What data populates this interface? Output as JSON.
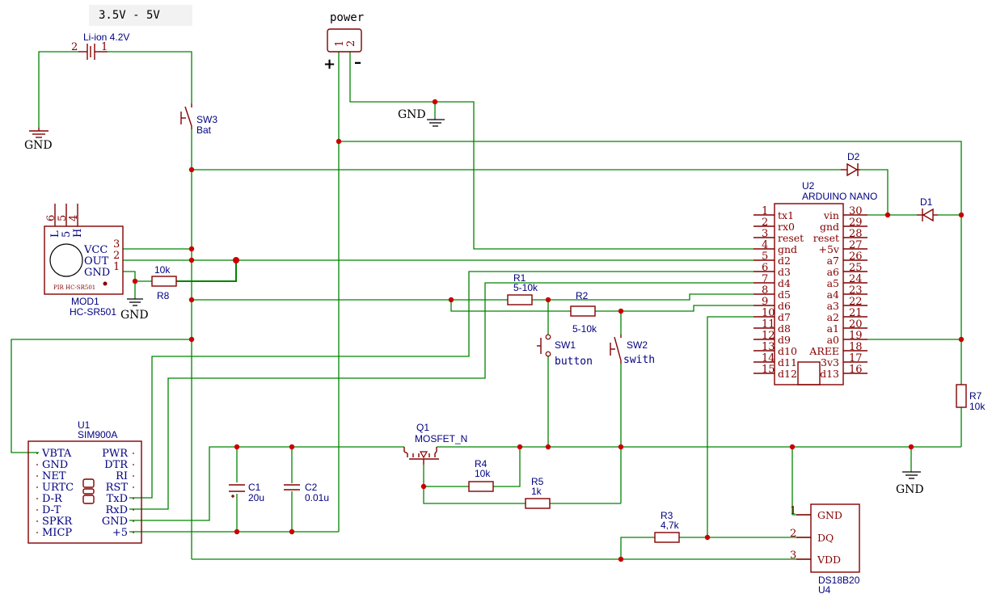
{
  "texts": {
    "supply_range": "3.5V  -  5V",
    "power_title": "power",
    "power_pin1": "1",
    "power_pin2": "2",
    "power_plus": "+",
    "power_minus": "–",
    "gnd": "GND",
    "gnd_top": "GND",
    "gnd_pir": "GND",
    "gnd_right": "GND"
  },
  "battery": {
    "label": "Li-ion 4.2V",
    "pin2": "2",
    "pin1": "1"
  },
  "sw3": {
    "ref": "SW3",
    "value": "Bat"
  },
  "pir": {
    "ref": "MOD1",
    "value": "HC-SR501",
    "vcc": "VCC",
    "out": "OUT",
    "gnd": "GND",
    "pin3": "3",
    "pin2": "2",
    "pin1": "1",
    "top_pins": [
      "6",
      "5",
      "4"
    ],
    "top_labels": [
      "L",
      "5",
      "H"
    ],
    "silk": "PIR HC-SR501"
  },
  "r8": {
    "ref": "R8",
    "value": "10k"
  },
  "r1": {
    "ref": "R1",
    "value": "5-10k"
  },
  "r2": {
    "ref": "R2",
    "value": "5-10k"
  },
  "r3": {
    "ref": "R3",
    "value": "4,7k"
  },
  "r4": {
    "ref": "R4",
    "value": "10k"
  },
  "r5": {
    "ref": "R5",
    "value": "1k"
  },
  "r7": {
    "ref": "R7",
    "value": "10k"
  },
  "sw1": {
    "ref": "SW1",
    "value": "button"
  },
  "sw2": {
    "ref": "SW2",
    "value": "swith"
  },
  "d1": {
    "ref": "D1"
  },
  "d2": {
    "ref": "D2"
  },
  "q1": {
    "ref": "Q1",
    "value": "MOSFET_N"
  },
  "c1": {
    "ref": "C1",
    "value": "20u"
  },
  "c2": {
    "ref": "C2",
    "value": "0.01u"
  },
  "sim": {
    "ref": "U1",
    "value": "SIM900A",
    "left_pins": [
      "VBTA",
      "GND",
      "NET",
      "URTC",
      "D-R",
      "D-T",
      "SPKR",
      "MICP"
    ],
    "right_pins": [
      "PWR",
      "DTR",
      "RI",
      "RST",
      "TxD",
      "RxD",
      "GND",
      "+5"
    ]
  },
  "nano": {
    "ref": "U2",
    "value": "ARDUINO NANO",
    "left_nums": [
      "1",
      "2",
      "3",
      "4",
      "5",
      "6",
      "7",
      "8",
      "9",
      "10",
      "11",
      "12",
      "13",
      "14",
      "15"
    ],
    "left_names": [
      "tx1",
      "rx0",
      "reset",
      "gnd",
      "d2",
      "d3",
      "d4",
      "d5",
      "d6",
      "d7",
      "d8",
      "d9",
      "d10",
      "d11",
      "d12"
    ],
    "right_nums": [
      "30",
      "29",
      "28",
      "27",
      "26",
      "25",
      "24",
      "23",
      "22",
      "21",
      "20",
      "19",
      "18",
      "17",
      "16"
    ],
    "right_names": [
      "vin",
      "gnd",
      "reset",
      "+5v",
      "a7",
      "a6",
      "a5",
      "a4",
      "a3",
      "a2",
      "a1",
      "a0",
      "AREE",
      "3v3",
      "d13"
    ]
  },
  "ds18b20": {
    "ref": "U4",
    "value": "DS18B20",
    "pins": [
      {
        "num": "1",
        "name": "GND"
      },
      {
        "num": "2",
        "name": "DQ"
      },
      {
        "num": "3",
        "name": "VDD"
      }
    ]
  }
}
